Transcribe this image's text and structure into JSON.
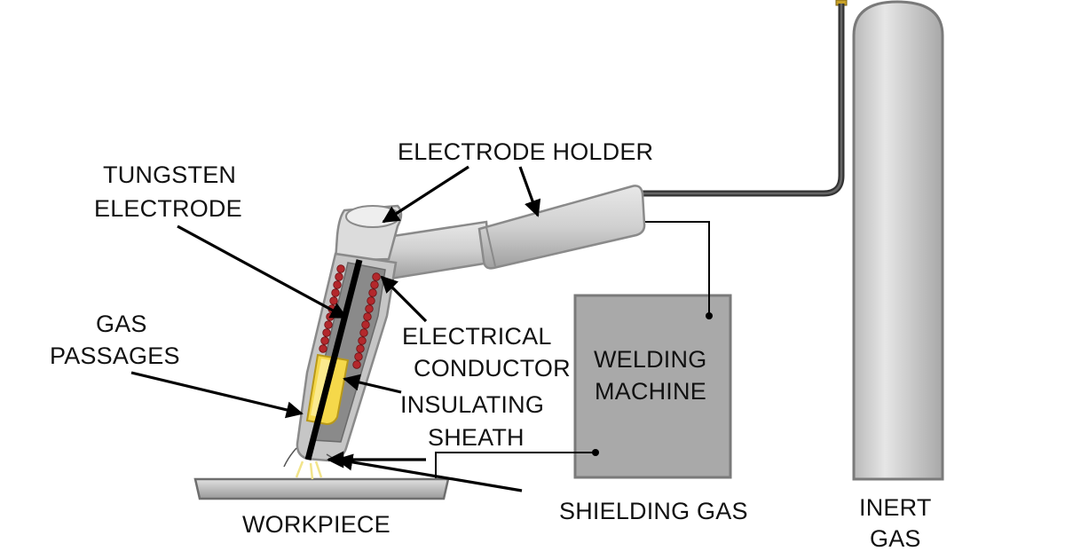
{
  "labels": {
    "electrode_holder": "ELECTRODE HOLDER",
    "tungsten_electrode": [
      "TUNGSTEN",
      "ELECTRODE"
    ],
    "gas_passages": [
      "GAS",
      "PASSAGES"
    ],
    "electrical_conductor": [
      "ELECTRICAL",
      "CONDUCTOR"
    ],
    "insulating_sheath": [
      "INSULATING",
      "SHEATH"
    ],
    "welding_machine": [
      "WELDING",
      "MACHINE"
    ],
    "shielding_gas": "SHIELDING GAS",
    "workpiece": "WORKPIECE",
    "inert_gas": [
      "INERT",
      "GAS"
    ]
  },
  "colors": {
    "torch_gray": "#c8c8c8",
    "torch_dark": "#8a8a8a",
    "coil_red": "#b3282c",
    "sheath_yellow": "#f5d84a",
    "machine_gray": "#a9a9a9",
    "cylinder_gray": "#cfcfcf",
    "hose": "#333333",
    "fitting_gold": "#c9a227"
  }
}
